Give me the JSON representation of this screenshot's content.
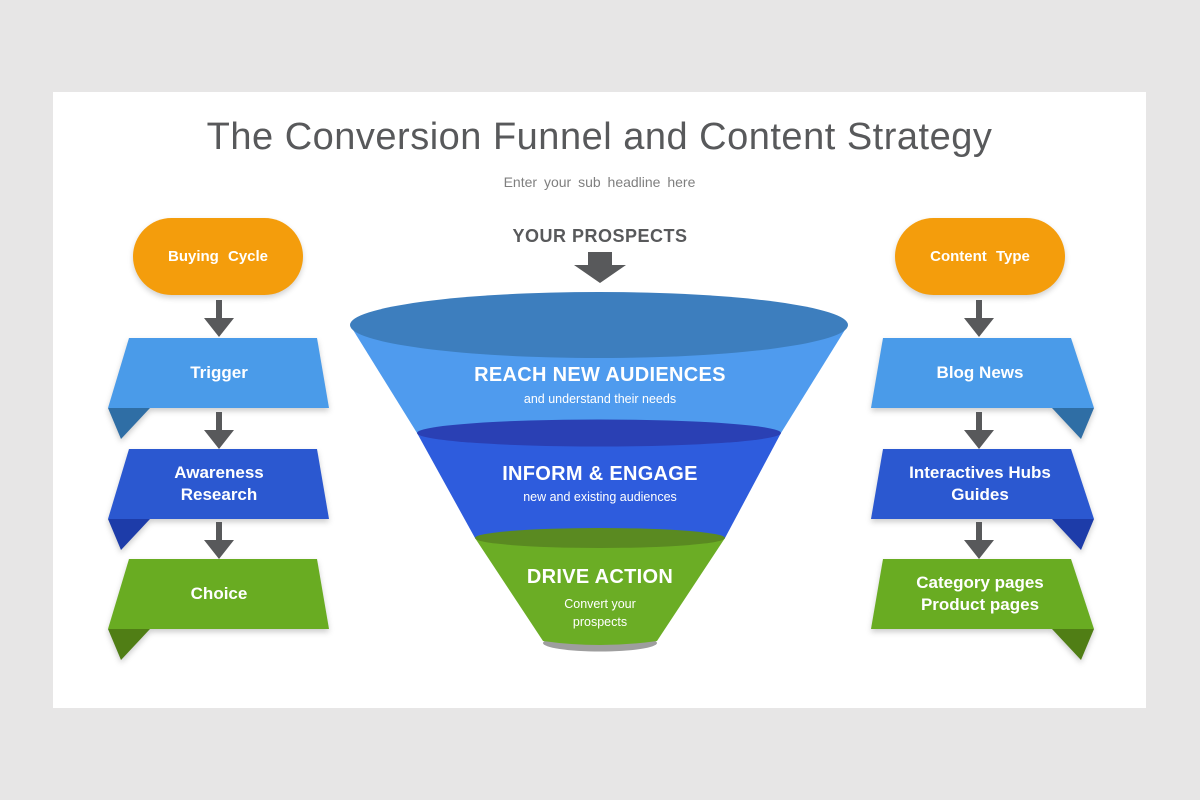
{
  "slide": {
    "title": "The Conversion Funnel and Content Strategy",
    "subtitle": "Enter your sub headline here"
  },
  "colors": {
    "page_background": "#e7e6e6",
    "slide_background": "#ffffff",
    "title_text": "#58595b",
    "subtitle_text": "#7f7f7f",
    "arrow": "#58595b",
    "header_pill": "#f49d0c",
    "white_text": "#ffffff"
  },
  "center": {
    "prospects_label": "YOUR PROSPECTS",
    "outlet_color": "#9e9e9e",
    "stages": [
      {
        "name": "REACH NEW AUDIENCES",
        "description": "and understand their needs",
        "wall_color": "#4f9bee",
        "top_color": "#3d7ebe"
      },
      {
        "name": "INFORM & ENGAGE",
        "description": "new and existing audiences",
        "wall_color": "#2e5cdd",
        "top_color": "#2a40b4"
      },
      {
        "name": "DRIVE ACTION",
        "description": "Convert your prospects",
        "wall_color": "#6bad25",
        "top_color": "#5a8a21"
      }
    ]
  },
  "left_column": {
    "header": {
      "label": "Buying Cycle",
      "color": "#f49d0c"
    },
    "steps": [
      {
        "label": "Trigger",
        "color": "#4a9be9",
        "fold_color": "#2f6ea5"
      },
      {
        "label": "Awareness Research",
        "color": "#2b58d0",
        "fold_color": "#1d3ca9"
      },
      {
        "label": "Choice",
        "color": "#69ac22",
        "fold_color": "#507e15"
      }
    ]
  },
  "right_column": {
    "header": {
      "label": "Content Type",
      "color": "#f49d0c"
    },
    "steps": [
      {
        "label": "Blog News",
        "color": "#4a9be9",
        "fold_color": "#2f6ea5"
      },
      {
        "label": "Interactives Hubs Guides",
        "color": "#2b58d0",
        "fold_color": "#1d3ca9"
      },
      {
        "label": "Category pages Product pages",
        "color": "#69ac22",
        "fold_color": "#507e15"
      }
    ]
  }
}
